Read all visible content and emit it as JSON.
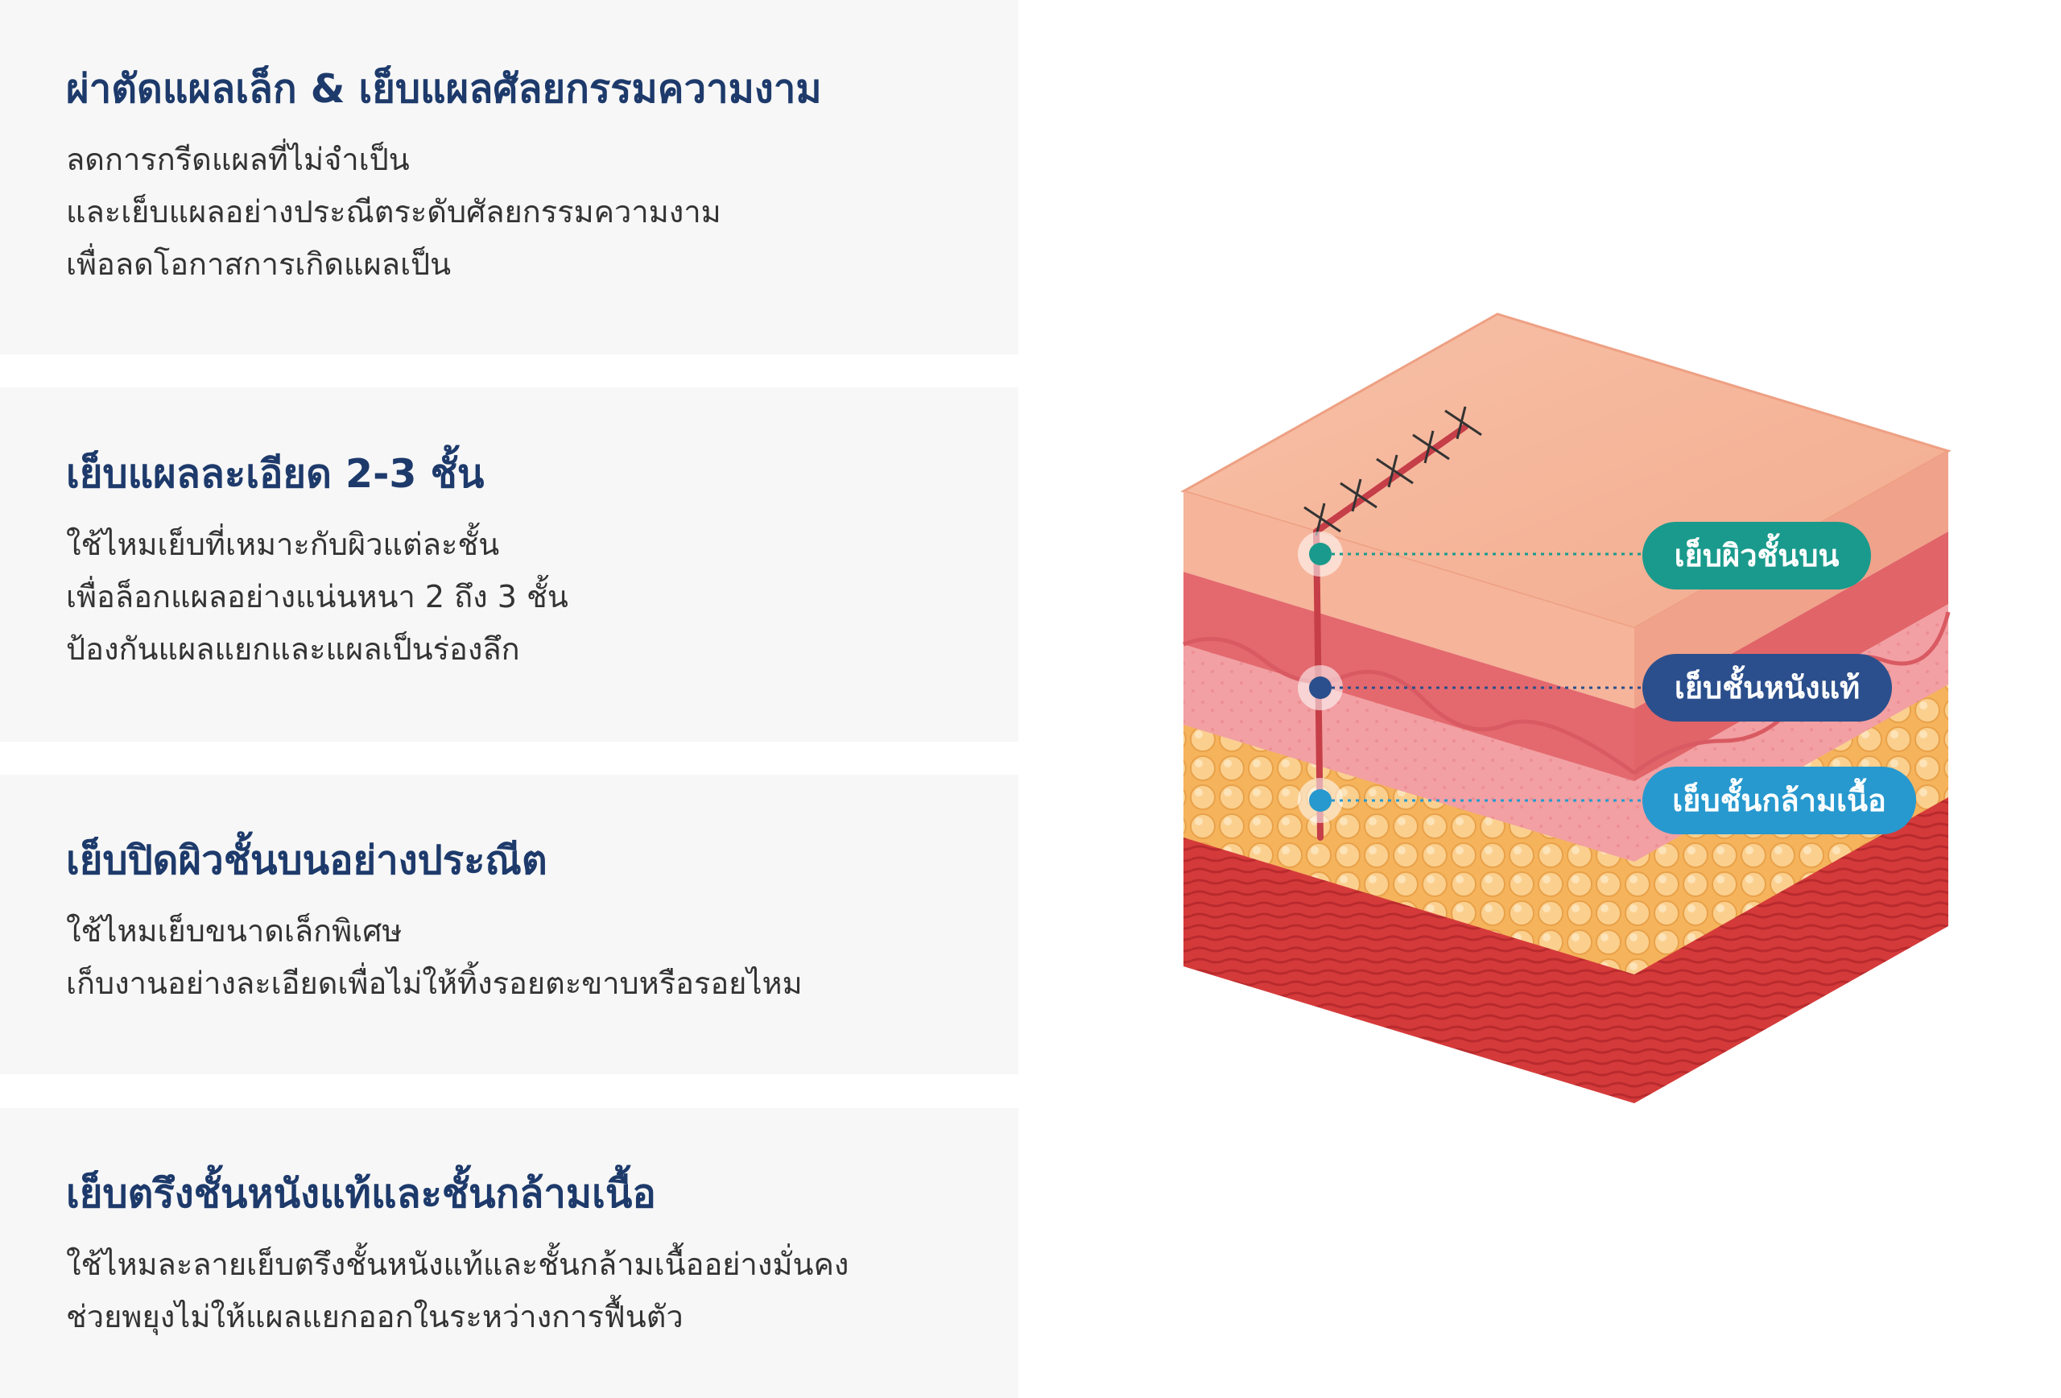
{
  "sections": [
    {
      "title": "ผ่าตัดแผลเล็ก & เย็บแผลศัลยกรรมความงาม",
      "lines": [
        "ลดการกรีดแผลที่ไม่จำเป็น",
        "และเย็บแผลอย่างประณีตระดับศัลยกรรมความงาม",
        "เพื่อลดโอกาสการเกิดแผลเป็น"
      ]
    },
    {
      "title": "เย็บแผลละเอียด 2-3 ชั้น",
      "lines": [
        "ใช้ไหมเย็บที่เหมาะกับผิวแต่ละชั้น",
        "เพื่อล็อกแผลอย่างแน่นหนา 2 ถึง 3 ชั้น",
        "ป้องกันแผลแยกและแผลเป็นร่องลึก"
      ]
    },
    {
      "title": "เย็บปิดผิวชั้นบนอย่างประณีต",
      "lines": [
        "ใช้ไหมเย็บขนาดเล็กพิเศษ",
        "เก็บงานอย่างละเอียดเพื่อไม่ให้ทิ้งรอยตะขาบหรือรอยไหม"
      ]
    },
    {
      "title": "เย็บตรึงชั้นหนังแท้และชั้นกล้ามเนื้อ",
      "lines": [
        "ใช้ไหมละลายเย็บตรึงชั้นหนังแท้และชั้นกล้ามเนื้ออย่างมั่นคง",
        "ช่วยพยุงไม่ให้แผลแยกออกในระหว่างการฟื้นตัว"
      ]
    }
  ],
  "illustration": {
    "labels": {
      "epidermis": "เย็บผิวชั้นบน",
      "dermis": "เย็บชั้นหนังแท้",
      "muscle": "เย็บชั้นกล้ามเนื้อ"
    },
    "colors": {
      "epidermis": "#1a9a8c",
      "dermis": "#2b4f8c",
      "muscle": "#2799cf",
      "skin_top": "#f6b9a1",
      "dermis_layer": "#f2a3a6",
      "fat_layer": "#f7c37a",
      "muscle_layer": "#d83c3c"
    }
  }
}
